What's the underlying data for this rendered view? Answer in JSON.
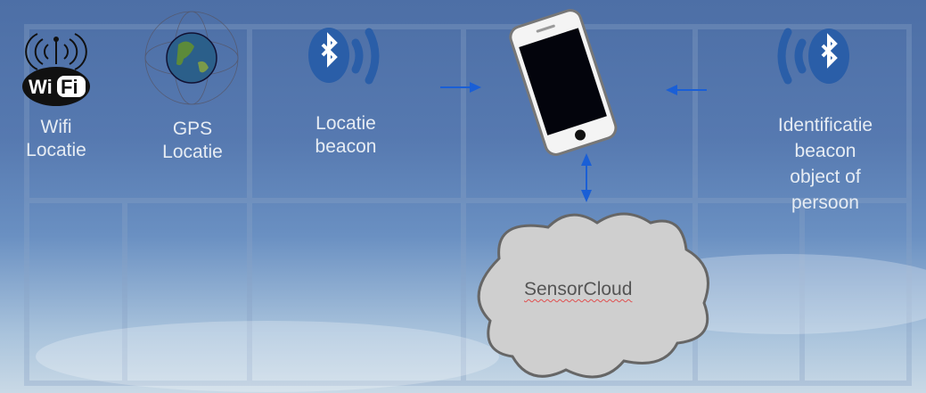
{
  "items": {
    "wifi": {
      "line1": "Wifi",
      "line2": "Locatie",
      "icon": "wifi-icon"
    },
    "gps": {
      "line1": "GPS",
      "line2": "Locatie",
      "icon": "globe-satellites-icon"
    },
    "beacon": {
      "line1": "Locatie",
      "line2": "beacon",
      "icon": "bluetooth-icon"
    },
    "id_beacon": {
      "line1": "Identificatie",
      "line2": "beacon",
      "line3": "object of",
      "line4": "persoon",
      "icon": "bluetooth-icon"
    }
  },
  "cloud": {
    "label": "SensorCloud"
  },
  "colors": {
    "arrow": "#1a5fd6",
    "bluetooth": "#2a5ea8",
    "cloud_fill": "#cfcfcf",
    "cloud_stroke": "#666666"
  }
}
